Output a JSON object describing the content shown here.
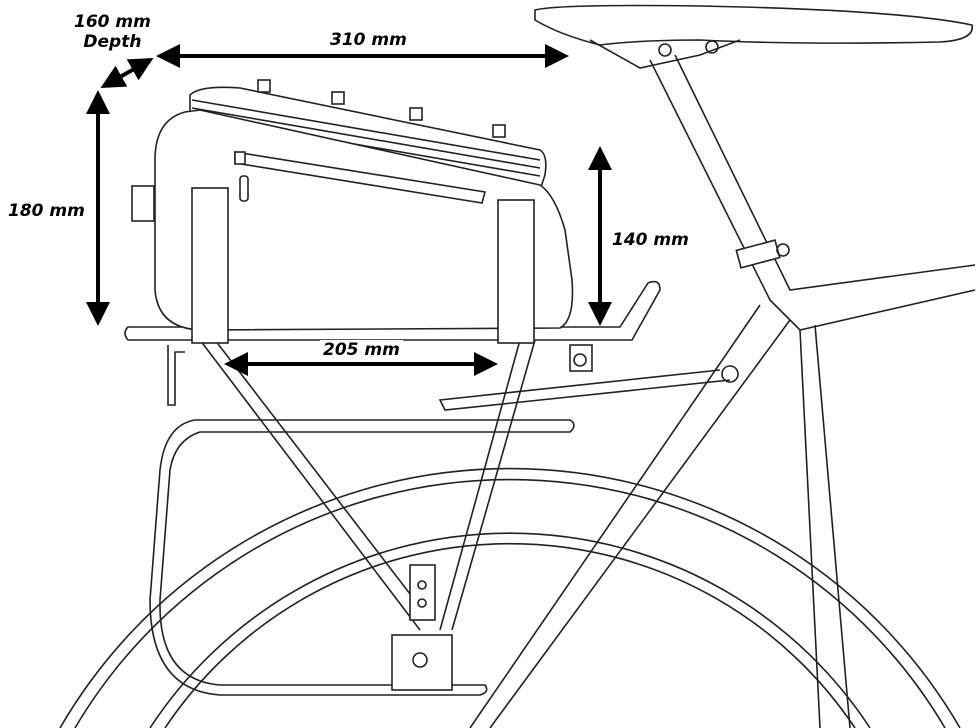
{
  "dimensions": {
    "depth_value": "160 mm",
    "depth_label": "Depth",
    "length": "310 mm",
    "height": "180 mm",
    "side_height": "140 mm",
    "strap_spacing": "205 mm"
  },
  "colors": {
    "line": "#222222",
    "arrow": "#000000",
    "background": "#ffffff"
  }
}
